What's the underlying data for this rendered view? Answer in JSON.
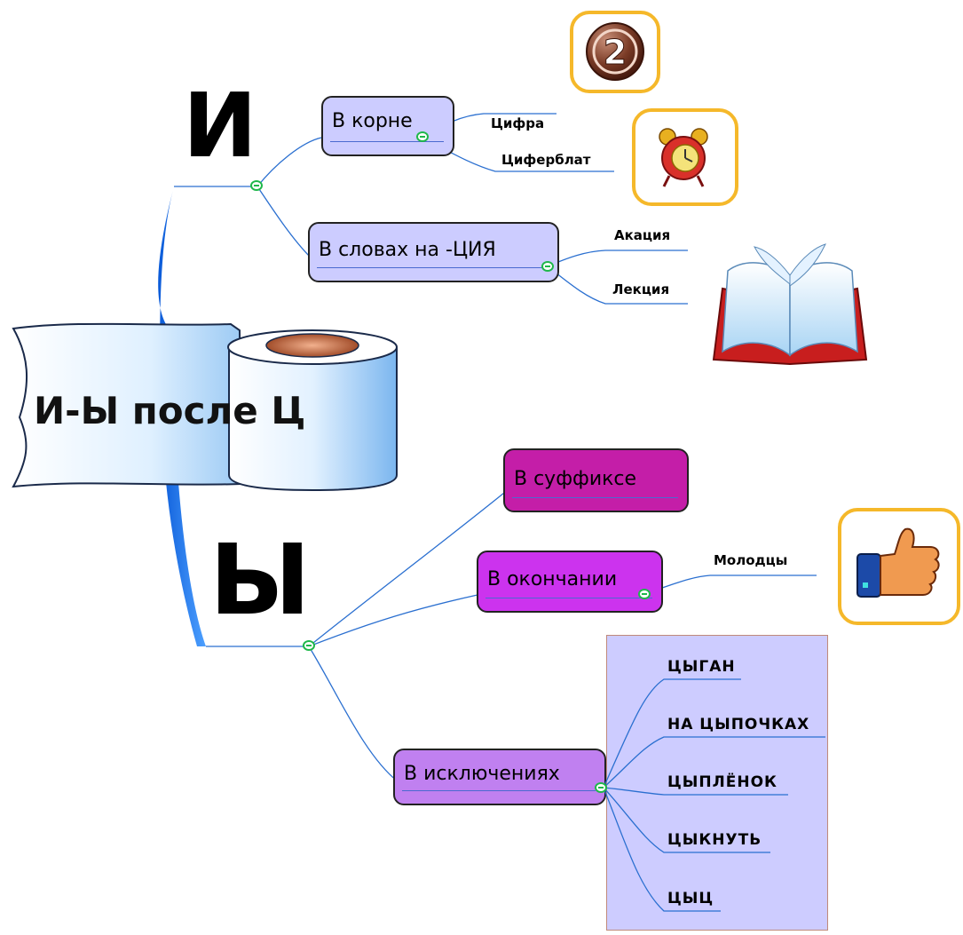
{
  "central_topic": "И-Ы после Ц",
  "branch_i": {
    "letter": "И",
    "children": [
      {
        "label": "В корне",
        "leaves": [
          "Цифра",
          "Циферблат"
        ]
      },
      {
        "label": "В словах на -ЦИЯ",
        "leaves": [
          "Акация",
          "Лекция"
        ]
      }
    ]
  },
  "branch_y": {
    "letter": "Ы",
    "children": [
      {
        "label": "В суффиксе",
        "leaves": []
      },
      {
        "label": "В окончании",
        "leaves": [
          "Молодцы"
        ]
      },
      {
        "label": "В исключениях",
        "leaves": [
          "ЦЫГАН",
          "НА ЦЫПОЧКАХ",
          "ЦЫПЛЁНОК",
          "ЦЫКНУТЬ",
          "ЦЫЦ"
        ]
      }
    ]
  },
  "icons": [
    "number-two-icon",
    "alarm-clock-icon",
    "open-book-icon",
    "thumbs-up-icon"
  ],
  "colors": {
    "line": "#2a6fd0",
    "node_light": "#ccccff",
    "node_magenta": "#c41ea8",
    "node_purple": "#cc33ee",
    "node_lavender": "#c080f0",
    "icon_frame": "#f5b82a",
    "collapse": "#1fb84a"
  }
}
